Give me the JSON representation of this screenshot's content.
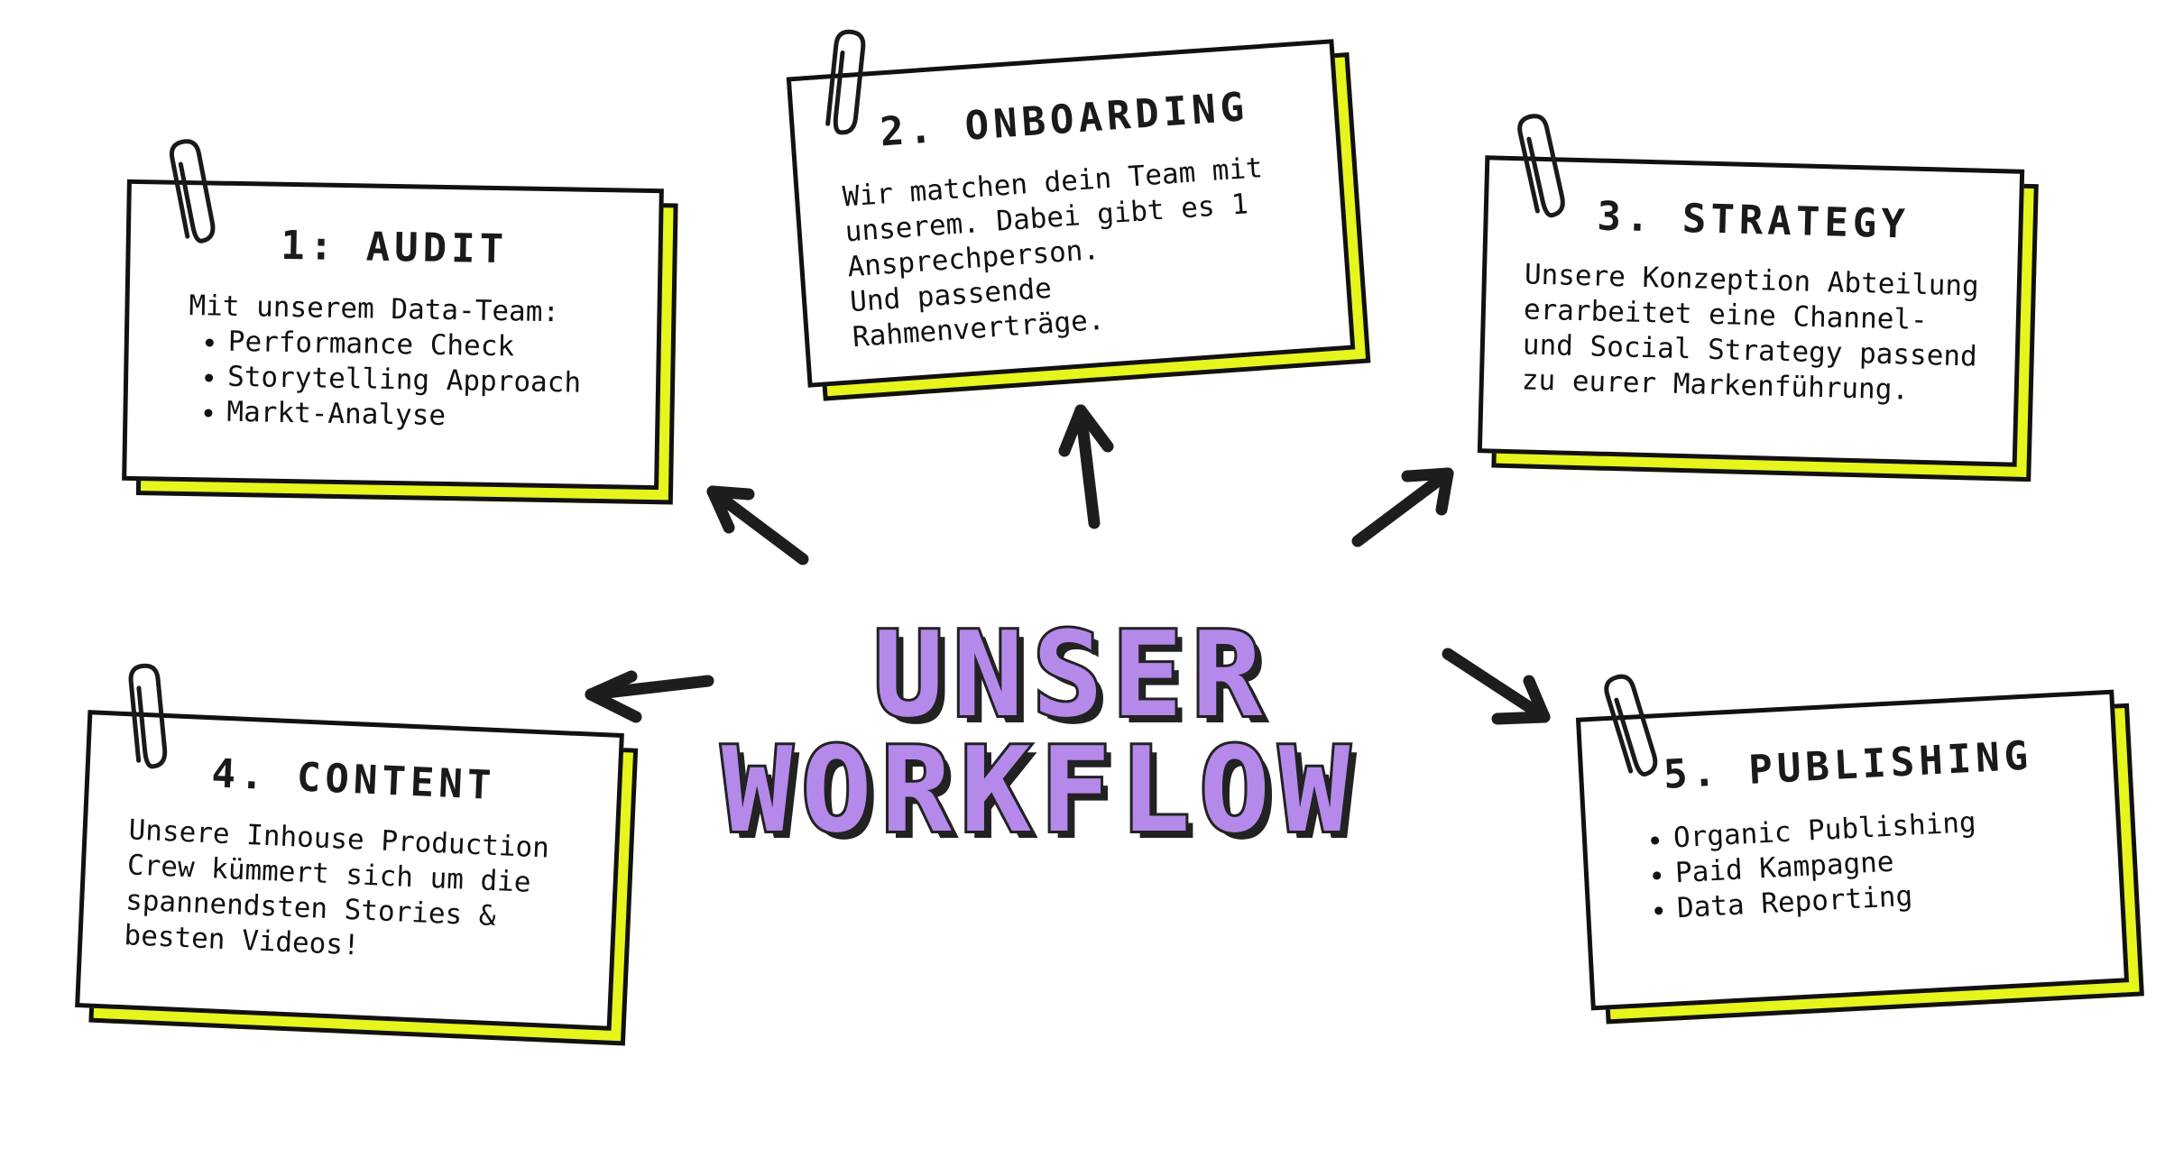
{
  "title": {
    "line1": "UNSER",
    "line2": "WORKFLOW"
  },
  "steps": {
    "audit": {
      "heading": "1: AUDIT",
      "intro": "Mit unserem Data-Team:",
      "items": [
        "Performance Check",
        "Storytelling Approach",
        "Markt-Analyse"
      ]
    },
    "onboarding": {
      "heading": "2. ONBOARDING",
      "body": "Wir matchen dein Team mit\nunserem. Dabei gibt es 1\nAnsprechperson.\nUnd passende Rahmenverträge."
    },
    "strategy": {
      "heading": "3. STRATEGY",
      "body": "Unsere Konzeption Abteilung\nerarbeitet eine Channel-\nund Social Strategy passend\nzu eurer Markenführung."
    },
    "content": {
      "heading": "4. CONTENT",
      "body": "Unsere Inhouse Production\nCrew kümmert sich um die\nspannendsten Stories &\nbesten Videos!"
    },
    "publishing": {
      "heading": "5. PUBLISHING",
      "items": [
        "Organic Publishing",
        "Paid Kampagne",
        "Data Reporting"
      ]
    }
  },
  "colors": {
    "accent_yellow": "#e6f51c",
    "title_purple": "#b589ea",
    "ink": "#111111"
  },
  "icons": [
    "paperclip-icon",
    "arrow-icon"
  ]
}
